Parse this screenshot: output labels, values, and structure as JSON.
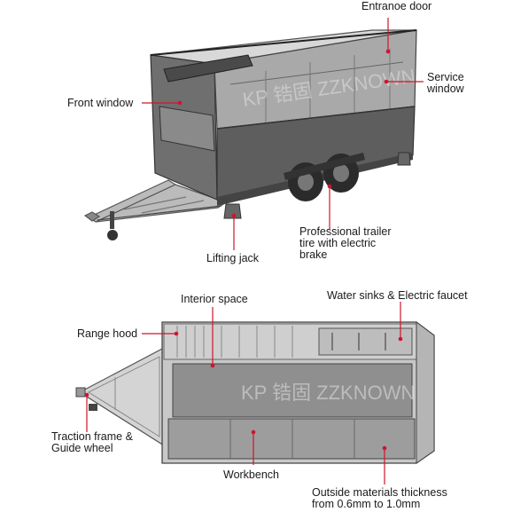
{
  "watermark": "KP 锆固 ZZKNOWN",
  "accent_color": "#d0142c",
  "top_view": {
    "labels": {
      "entrance_door": "Entranoe door",
      "service_window_l1": "Service",
      "service_window_l2": "window",
      "front_window": "Front window",
      "tire_l1": "Professional trailer",
      "tire_l2": "tire with electric",
      "tire_l3": "brake",
      "lifting_jack": "Lifting jack"
    }
  },
  "bottom_view": {
    "labels": {
      "interior_space": "Interior space",
      "water_sinks": "Water sinks & Electric faucet",
      "range_hood": "Range hood",
      "traction_l1": "Traction frame &",
      "traction_l2": "Guide wheel",
      "workbench": "Workbench",
      "materials_l1": "Outside materials thickness",
      "materials_l2": "from 0.6mm to 1.0mm"
    }
  }
}
